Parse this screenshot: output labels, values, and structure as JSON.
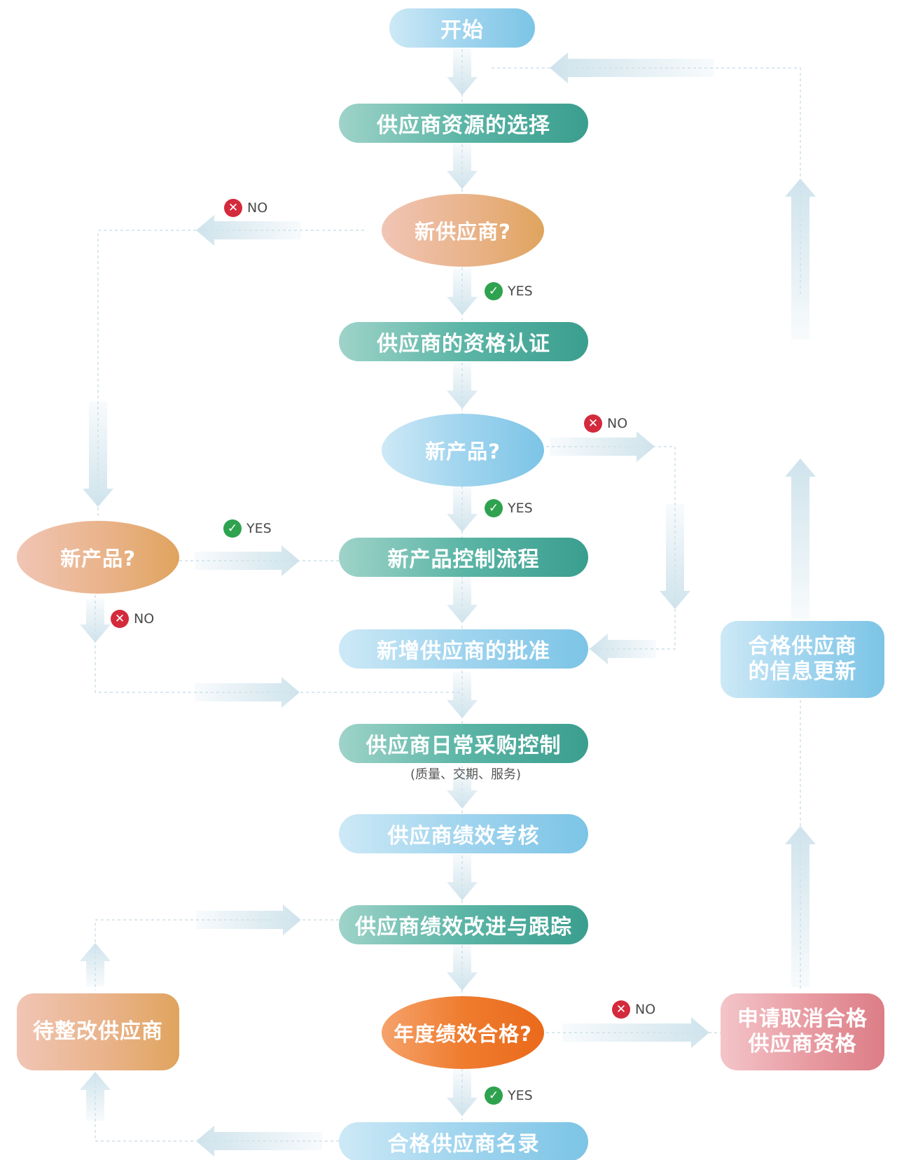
{
  "nodes": {
    "start": "开始",
    "select": "供应商资源的选择",
    "new_supplier_q": "新供应商?",
    "qualification": "供应商的资格认证",
    "new_product_q_center": "新产品?",
    "new_product_q_left": "新产品?",
    "new_product_control": "新产品控制流程",
    "approval": "新增供应商的批准",
    "daily_control": "供应商日常采购控制",
    "daily_control_note": "(质量、交期、服务)",
    "performance": "供应商绩效考核",
    "improvement": "供应商绩效改进与跟踪",
    "annual_q": "年度绩效合格?",
    "qualified_list": "合格供应商名录",
    "rectify": "待整改供应商",
    "cancel": "申请取消合格\n供应商资格",
    "update_info": "合格供应商\n的信息更新"
  },
  "labels": {
    "no": "NO",
    "yes": "YES"
  },
  "colors": {
    "teal": "#4aa898",
    "blue": "#8ccbea",
    "peach": "#e6ad7a",
    "orange": "#ee7326",
    "rose": "#e08c94",
    "no_icon": "#d32a3c",
    "yes_icon": "#2ea24f",
    "connector": "#cfe3ec"
  }
}
